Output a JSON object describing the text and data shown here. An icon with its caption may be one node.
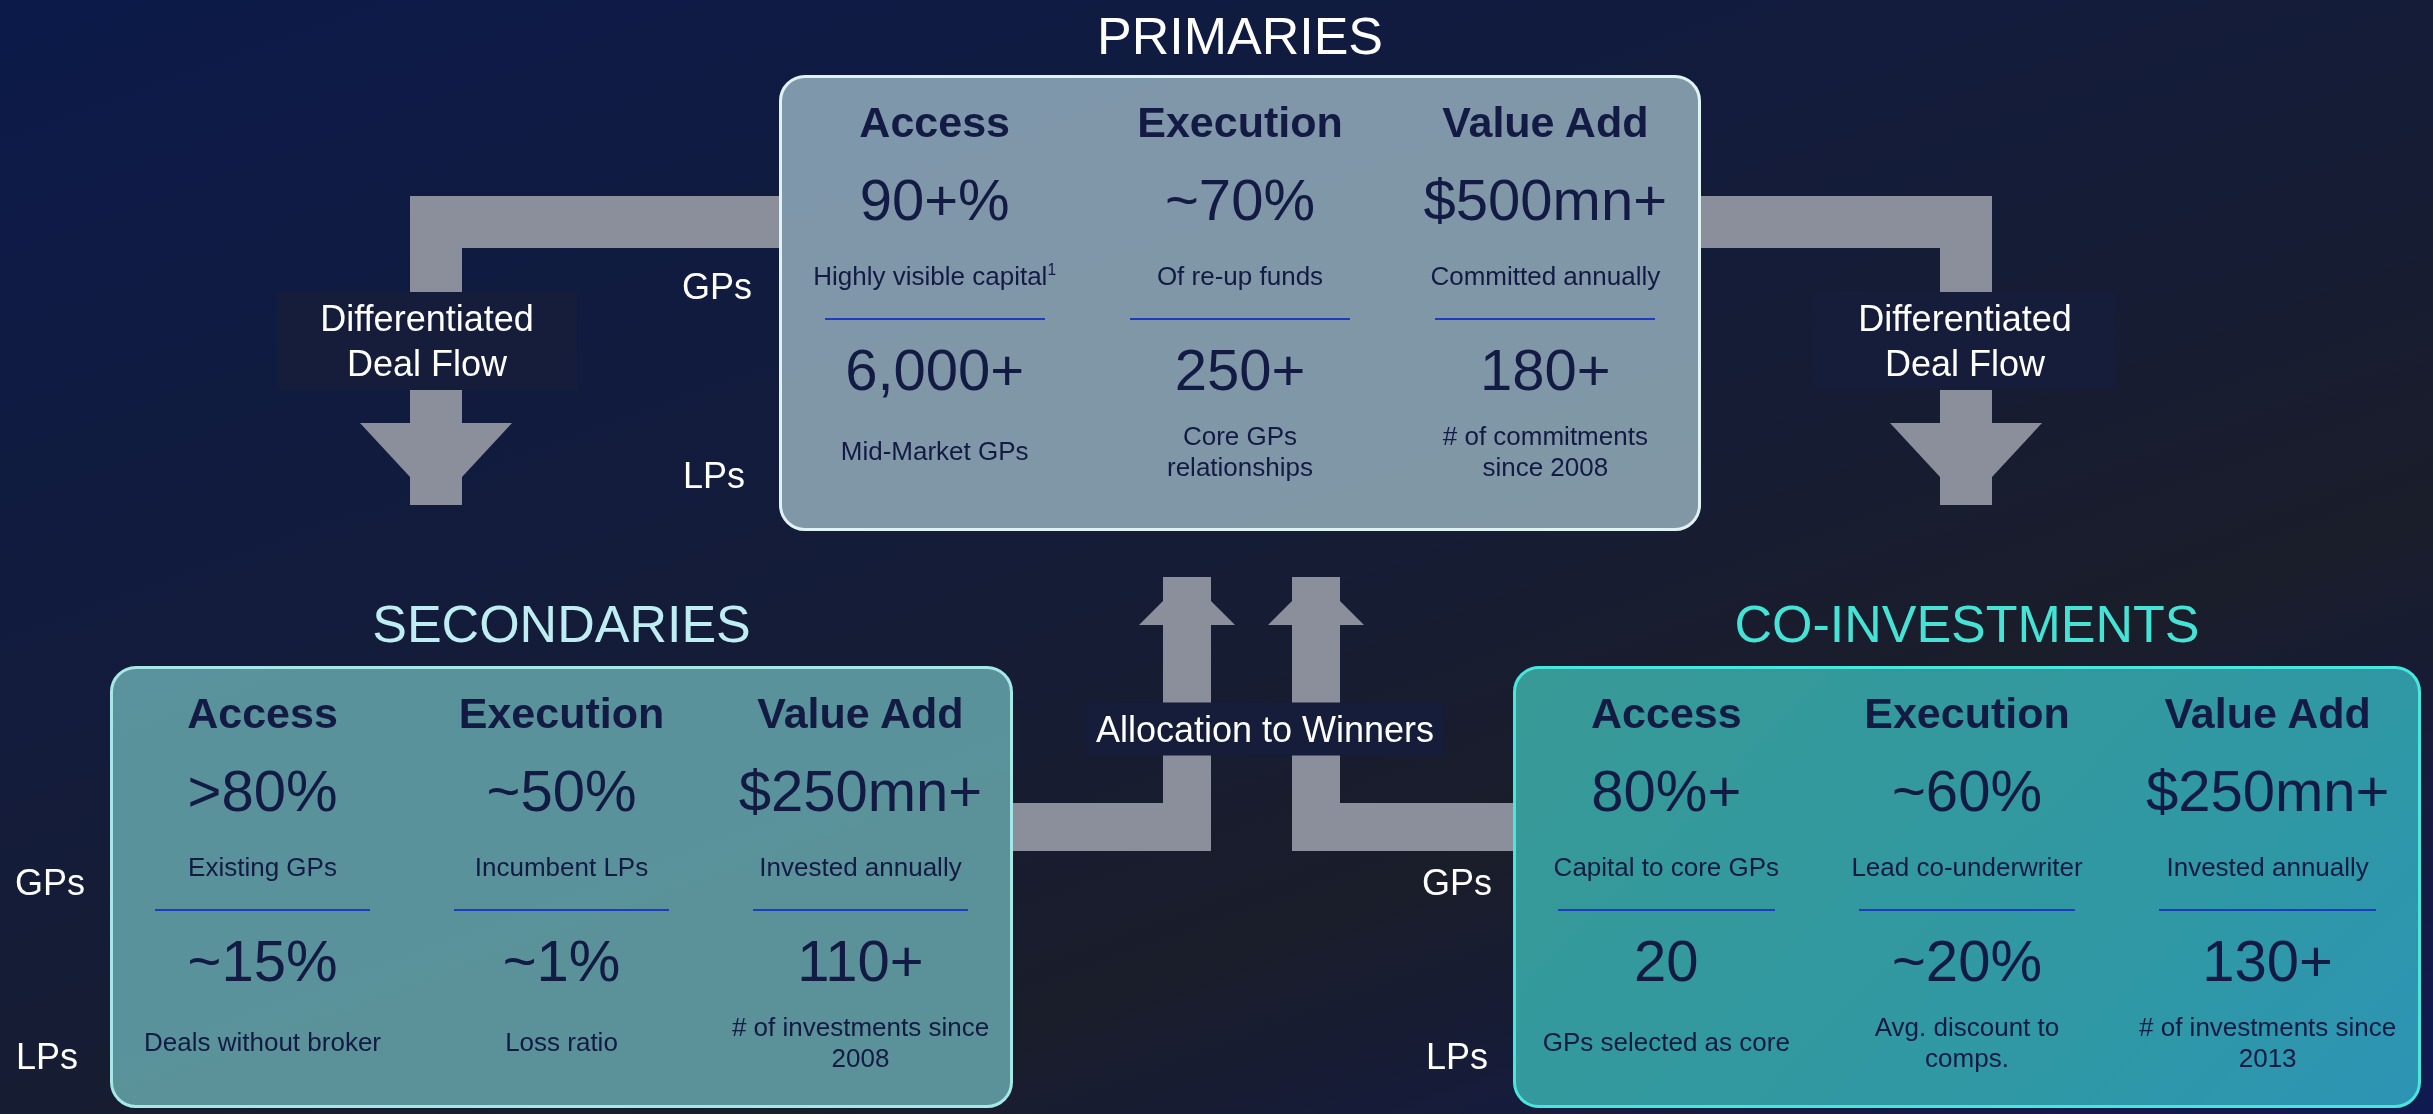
{
  "diagram": {
    "nodes": [
      {
        "beside": [
          "GPs",
          "LPs"
        ],
        "text": [
          "PRIMARIES",
          "Access",
          "Execution",
          "Value Add",
          "90+%",
          "~70%",
          "$500mn+",
          "Highly visible capital$^{1}$",
          "Of re-up funds",
          "Committed annually",
          "6,000+",
          "250+",
          "180+",
          "Mid-Market GPs",
          "Core GPs relationships",
          "# of commitments since 2008"
        ]
      },
      {
        "beside": [
          "GPs",
          "LPs"
        ],
        "text": [
          "SECONDARIES",
          "Access",
          "Execution",
          "Value Add",
          ">80%",
          "~50%",
          "$250mn+",
          "Existing GPs",
          "Incumbent LPs",
          "Invested annually",
          "~15%",
          "~1%",
          "110+",
          "Deals without broker",
          "Loss ratio",
          "# of investments since 2008"
        ]
      },
      {
        "beside": [
          "GPs",
          "LPs"
        ],
        "text": [
          "CO-INVESTMENTS",
          "Access",
          "Execution",
          "Value Add",
          "80%+",
          "~60%",
          "$250mn+",
          "Capital to core GPs",
          "Lead co-underwriter",
          "Invested annually",
          "20",
          "~20%",
          "130+",
          "GPs selected as core",
          "Avg. discount to comps.",
          "# of investments since 2013"
        ]
      }
    ],
    "edges": [
      {
        "from": 0,
        "to": 1,
        "arrow": "to",
        "label": "Differentiated Deal Flow"
      },
      {
        "from": 0,
        "to": 2,
        "arrow": "to",
        "label": "Differentiated Deal Flow"
      },
      {
        "from": 1,
        "to": 0,
        "arrow": "to",
        "label": "Allocation to Winners"
      },
      {
        "from": 2,
        "to": 0,
        "arrow": "to"
      }
    ]
  }
}
